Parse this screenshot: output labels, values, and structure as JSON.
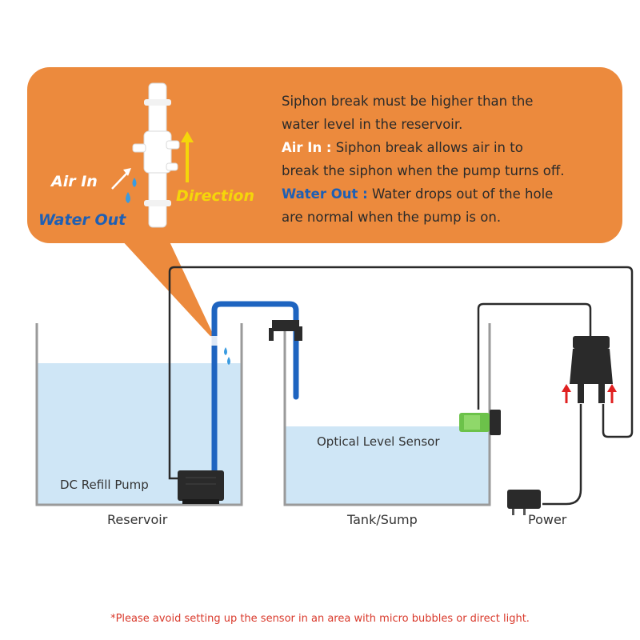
{
  "callout": {
    "line1": "Siphon break must be higher than the",
    "line2": "water level in the reservoir.",
    "air_in_key": "Air In :",
    "air_in_text1": "Siphon break allows air in to",
    "air_in_text2": "break the siphon when the pump turns off.",
    "water_out_key": "Water Out :",
    "water_out_text1": "Water drops out of the hole",
    "water_out_text2": "are normal when the pump is on."
  },
  "siphon_labels": {
    "air_in": "Air In",
    "water_out": "Water Out",
    "direction": "Direction"
  },
  "labels": {
    "dc_refill_pump": "DC Refill Pump",
    "optical_level_sensor": "Optical Level Sensor",
    "reservoir": "Reservoir",
    "tank_sump": "Tank/Sump",
    "power": "Power"
  },
  "footnote": "*Please avoid setting up the sensor in an area with micro bubbles or direct light.",
  "colors": {
    "callout_bg": "#ec8a3d",
    "water": "#cfe6f6",
    "tube": "#1e64c0",
    "tank_wall": "#9a9a9a",
    "sensor": "#6cc24a",
    "arrow_red": "#e02020",
    "direction_yellow": "#f5d60a",
    "air_in_white": "#ffffff",
    "water_out_blue": "#1e5fb4"
  }
}
